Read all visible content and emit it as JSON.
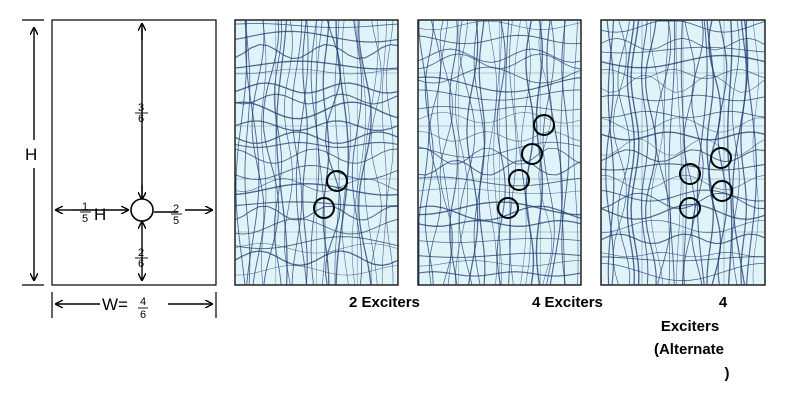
{
  "diagram": {
    "height_label": "H",
    "width_label": "W= ",
    "width_num": "4",
    "width_den": "6",
    "top_frac_num": "3",
    "top_frac_den": "6",
    "bottom_frac_num": "2",
    "bottom_frac_den": "6",
    "left_frac_num": "1",
    "left_frac_den": "5",
    "left_frac_suffix": "H",
    "right_frac_num": "2",
    "right_frac_den": "5"
  },
  "panels": [
    {
      "caption_lines": [
        "2 Exciters"
      ],
      "exciter_count": 2
    },
    {
      "caption_lines": [
        "4 Exciters"
      ],
      "exciter_count": 4
    },
    {
      "caption_lines": [
        "4",
        "Exciters",
        "(Alternate",
        ")"
      ],
      "exciter_count": 4
    }
  ],
  "colors": {
    "panel_fill": "#dff3f8",
    "mesh_line": "#1e3a6e",
    "outline": "#000000"
  }
}
